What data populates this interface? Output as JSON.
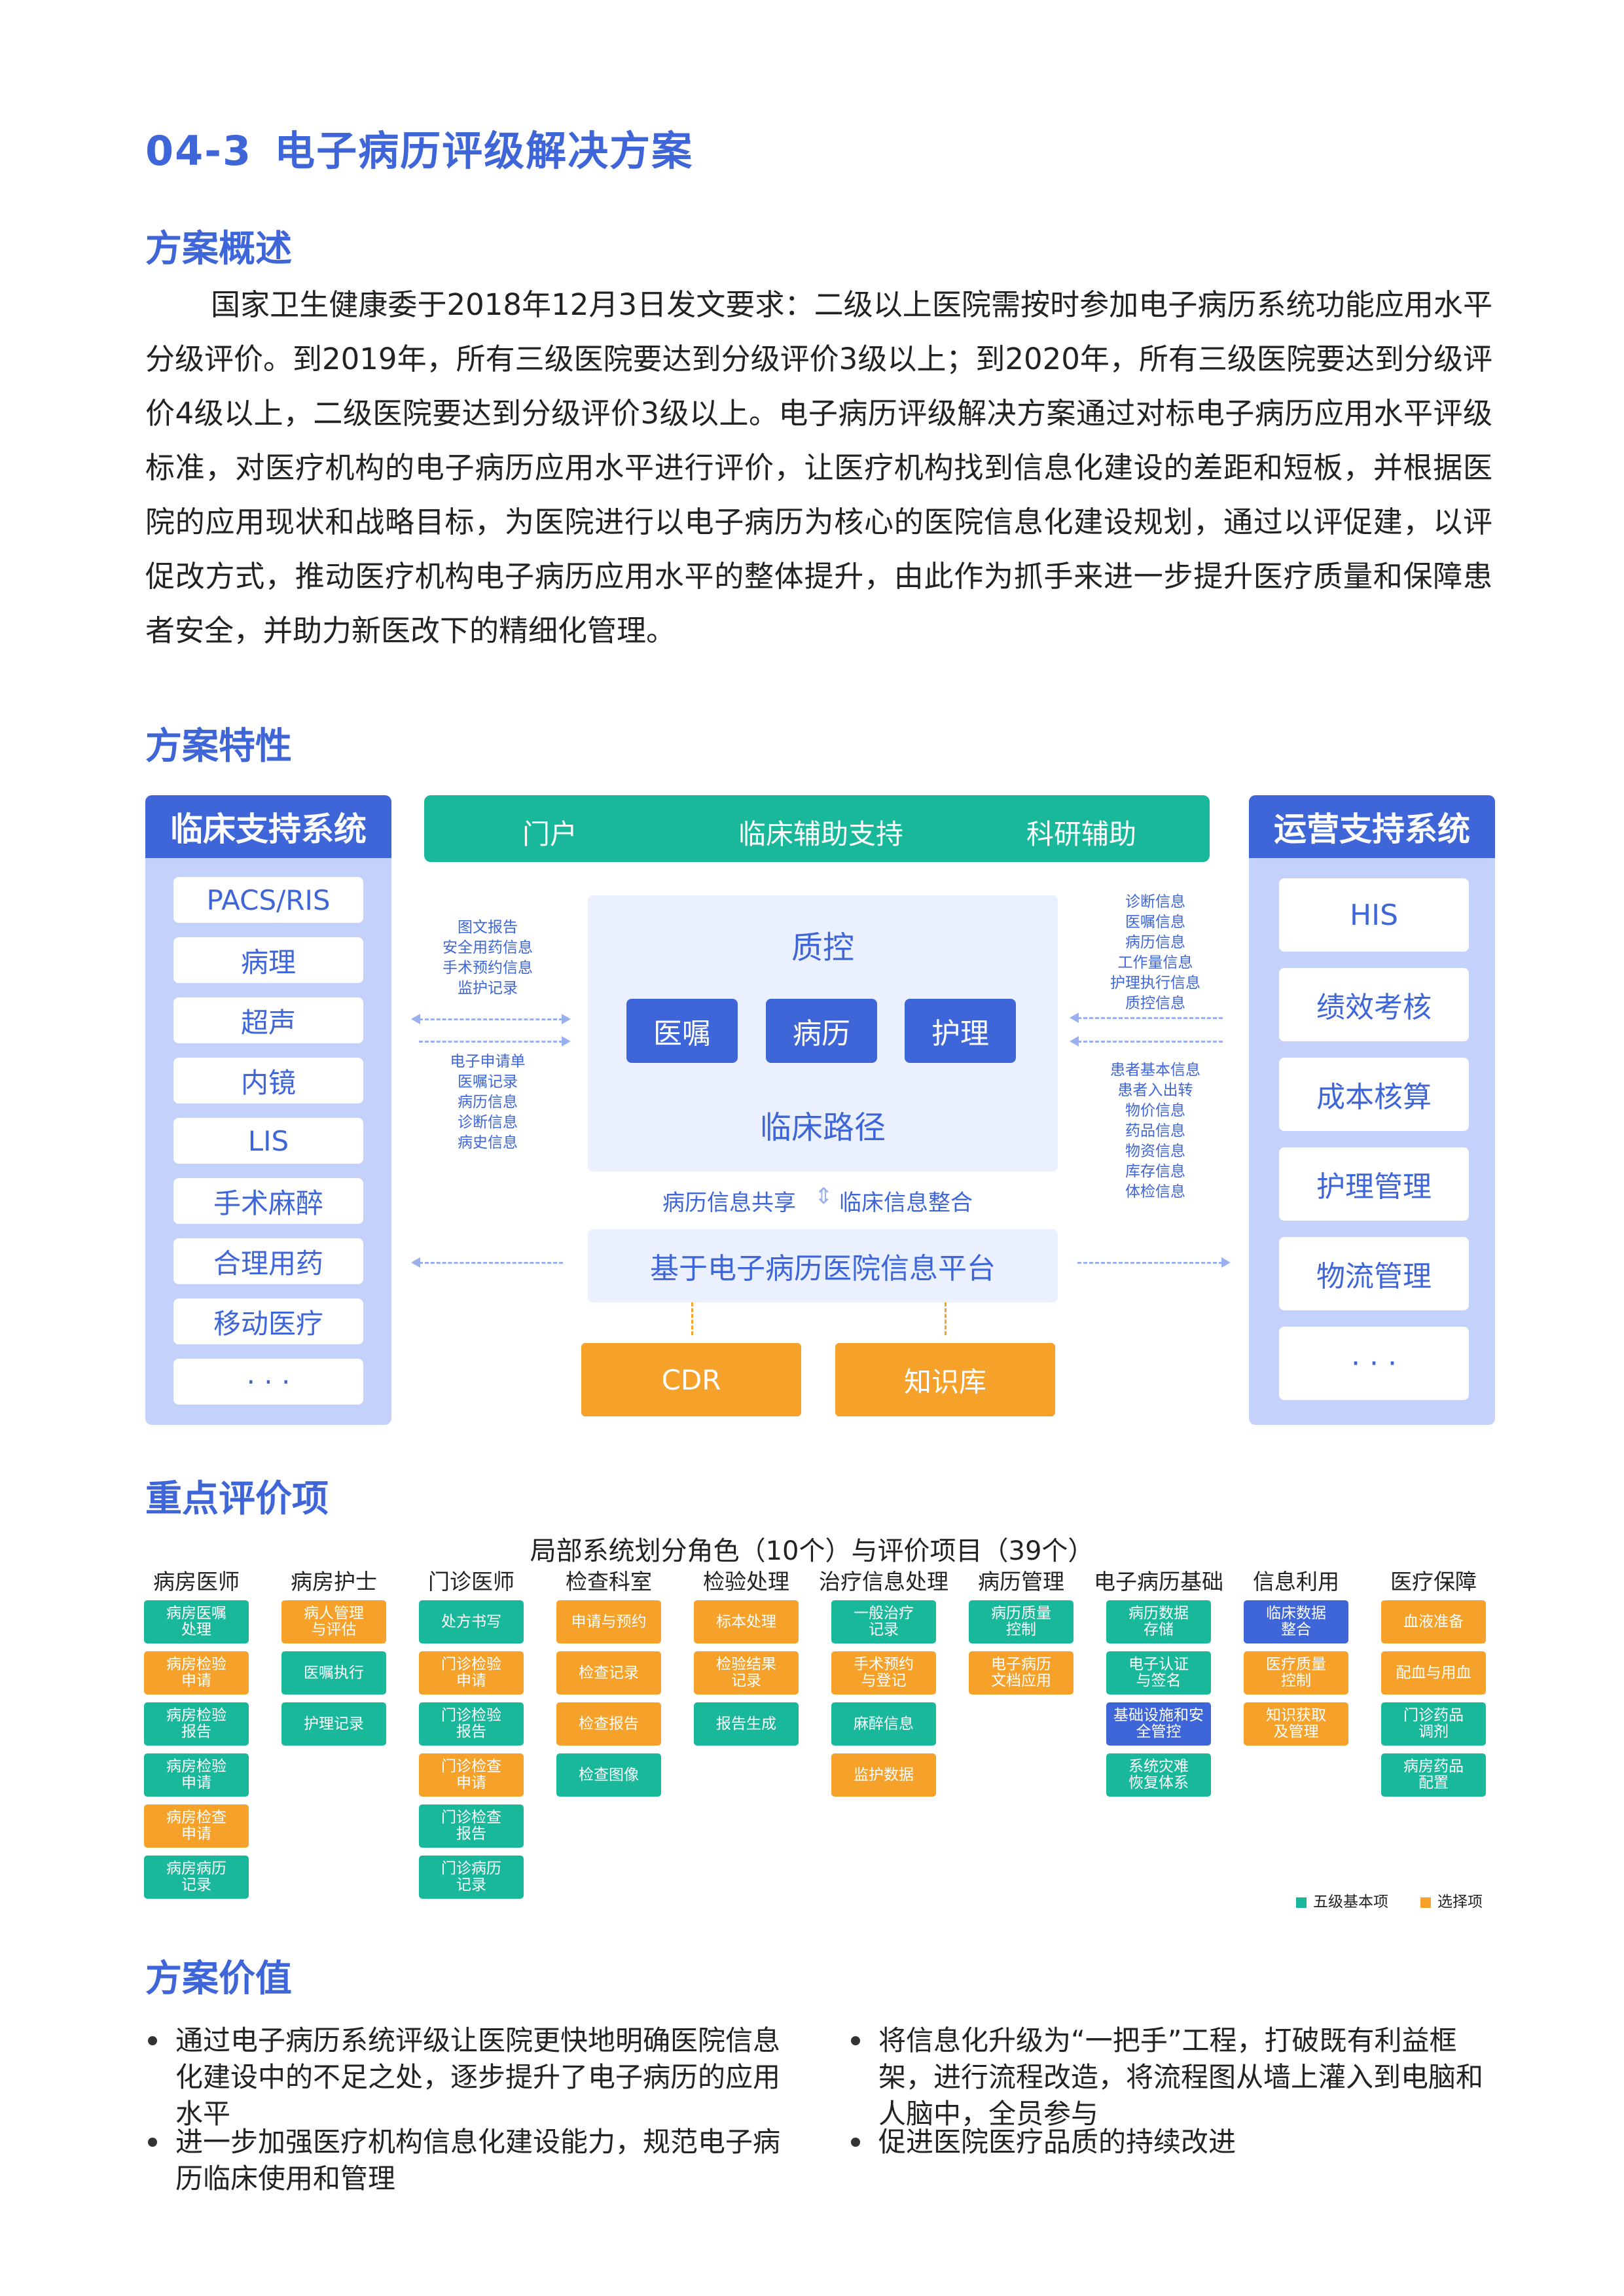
{
  "header": {
    "number": "04-3",
    "title": "电子病历评级解决方案"
  },
  "sections": {
    "overview": "方案概述",
    "features": "方案特性",
    "key_items": "重点评价项",
    "value": "方案价值"
  },
  "overview_text": "国家卫生健康委于2018年12月3日发文要求：二级以上医院需按时参加电子病历系统功能应用水平分级评价。到2019年，所有三级医院要达到分级评价3级以上；到2020年，所有三级医院要达到分级评价4级以上，二级医院要达到分级评价3级以上。电子病历评级解决方案通过对标电子病历应用水平评级标准，对医疗机构的电子病历应用水平进行评价，让医疗机构找到信息化建设的差距和短板，并根据医院的应用现状和战略目标，为医院进行以电子病历为核心的医院信息化建设规划，通过以评促建，以评促改方式，推动医疗机构电子病历应用水平的整体提升，由此作为抓手来进一步提升医疗质量和保障患者安全，并助力新医改下的精细化管理。",
  "diagram": {
    "left_title": "临床支持系统",
    "left_items": [
      "PACS/RIS",
      "病理",
      "超声",
      "内镜",
      "LIS",
      "手术麻醉",
      "合理用药",
      "移动医疗",
      "· · ·"
    ],
    "right_title": "运营支持系统",
    "right_items": [
      "HIS",
      "绩效考核",
      "成本核算",
      "护理管理",
      "物流管理",
      "· · ·"
    ],
    "top_items": [
      "门户",
      "临床辅助支持",
      "科研辅助"
    ],
    "center_top": "质控",
    "center_buttons": [
      "医嘱",
      "病历",
      "护理"
    ],
    "center_bottom": "临床路径",
    "share_left": "病历信息共享",
    "share_right": "临床信息整合",
    "platform": "基于电子病历医院信息平台",
    "bottom_items": [
      "CDR",
      "知识库"
    ],
    "left_upper_notes": [
      "图文报告",
      "安全用药信息",
      "手术预约信息",
      "监护记录"
    ],
    "left_lower_notes": [
      "电子申请单",
      "医嘱记录",
      "病历信息",
      "诊断信息",
      "病史信息"
    ],
    "right_upper_notes": [
      "诊断信息",
      "医嘱信息",
      "病历信息",
      "工作量信息",
      "护理执行信息",
      "质控信息"
    ],
    "right_lower_notes": [
      "患者基本信息",
      "患者入出转",
      "物价信息",
      "药品信息",
      "物资信息",
      "库存信息",
      "体检信息"
    ]
  },
  "evaluation": {
    "title": "局部系统划分角色（10个）与评价项目（39个）",
    "legend": {
      "basic": "五级基本项",
      "optional": "选择项",
      "basic_color": "#19b89a",
      "optional_color": "#f5a12a"
    },
    "columns": [
      {
        "name": "病房医师",
        "items": [
          [
            "病房医嘱\n处理",
            "g"
          ],
          [
            "病房检验\n申请",
            "o"
          ],
          [
            "病房检验\n报告",
            "g"
          ],
          [
            "病房检验\n申请",
            "g"
          ],
          [
            "病房检查\n申请",
            "o"
          ],
          [
            "病房病历\n记录",
            "g"
          ]
        ]
      },
      {
        "name": "病房护士",
        "items": [
          [
            "病人管理\n与评估",
            "o"
          ],
          [
            "医嘱执行",
            "g"
          ],
          [
            "护理记录",
            "g"
          ]
        ]
      },
      {
        "name": "门诊医师",
        "items": [
          [
            "处方书写",
            "g"
          ],
          [
            "门诊检验\n申请",
            "o"
          ],
          [
            "门诊检验\n报告",
            "g"
          ],
          [
            "门诊检查\n申请",
            "o"
          ],
          [
            "门诊检查\n报告",
            "g"
          ],
          [
            "门诊病历\n记录",
            "g"
          ]
        ]
      },
      {
        "name": "检查科室",
        "items": [
          [
            "申请与预约",
            "o"
          ],
          [
            "检查记录",
            "o"
          ],
          [
            "检查报告",
            "o"
          ],
          [
            "检查图像",
            "g"
          ]
        ]
      },
      {
        "name": "检验处理",
        "items": [
          [
            "标本处理",
            "o"
          ],
          [
            "检验结果\n记录",
            "o"
          ],
          [
            "报告生成",
            "g"
          ]
        ]
      },
      {
        "name": "治疗信息处理",
        "items": [
          [
            "一般治疗\n记录",
            "g"
          ],
          [
            "手术预约\n与登记",
            "o"
          ],
          [
            "麻醉信息",
            "g"
          ],
          [
            "监护数据",
            "o"
          ]
        ]
      },
      {
        "name": "病历管理",
        "items": [
          [
            "病历质量\n控制",
            "g"
          ],
          [
            "电子病历\n文档应用",
            "o"
          ]
        ]
      },
      {
        "name": "电子病历基础",
        "items": [
          [
            "病历数据\n存储",
            "g"
          ],
          [
            "电子认证\n与签名",
            "g"
          ],
          [
            "基础设施和安\n全管控",
            "b"
          ],
          [
            "系统灾难\n恢复体系",
            "g"
          ]
        ]
      },
      {
        "name": "信息利用",
        "items": [
          [
            "临床数据\n整合",
            "b"
          ],
          [
            "医疗质量\n控制",
            "o"
          ],
          [
            "知识获取\n及管理",
            "o"
          ]
        ]
      },
      {
        "name": "医疗保障",
        "items": [
          [
            "血液准备",
            "o"
          ],
          [
            "配血与用血",
            "o"
          ],
          [
            "门诊药品\n调剂",
            "g"
          ],
          [
            "病房药品\n配置",
            "g"
          ]
        ]
      }
    ]
  },
  "value_points": [
    "通过电子病历系统评级让医院更快地明确医院信息化建设中的不足之处，逐步提升了电子病历的应用水平",
    "进一步加强医疗机构信息化建设能力，规范电子病历临床使用和管理",
    "将信息化升级为“一把手”工程，打破既有利益框架，进行流程改造，将流程图从墙上灌入到电脑和人脑中，全员参与",
    "促进医院医疗品质的持续改进"
  ]
}
